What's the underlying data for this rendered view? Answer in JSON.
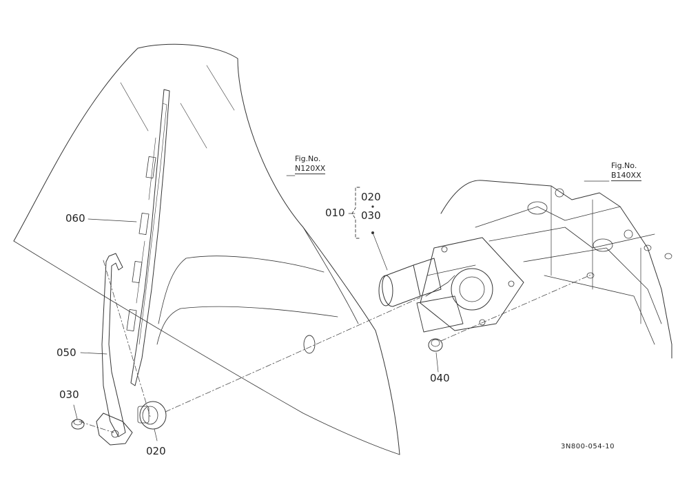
{
  "parts": {
    "p010": "010",
    "p020_a": "020",
    "p030_a": "030",
    "p060": "060",
    "p050": "050",
    "p030_b": "030",
    "p020_b": "020",
    "p040": "040"
  },
  "figure_refs": {
    "windscreen": {
      "label": "Fig.No.",
      "ref": "N120XX"
    },
    "bracket": {
      "label": "Fig.No.",
      "ref": "B140XX"
    }
  },
  "drawing_code": "3N800-054-10",
  "colors": {
    "line": "#333333",
    "text": "#222222",
    "background": "#ffffff"
  }
}
